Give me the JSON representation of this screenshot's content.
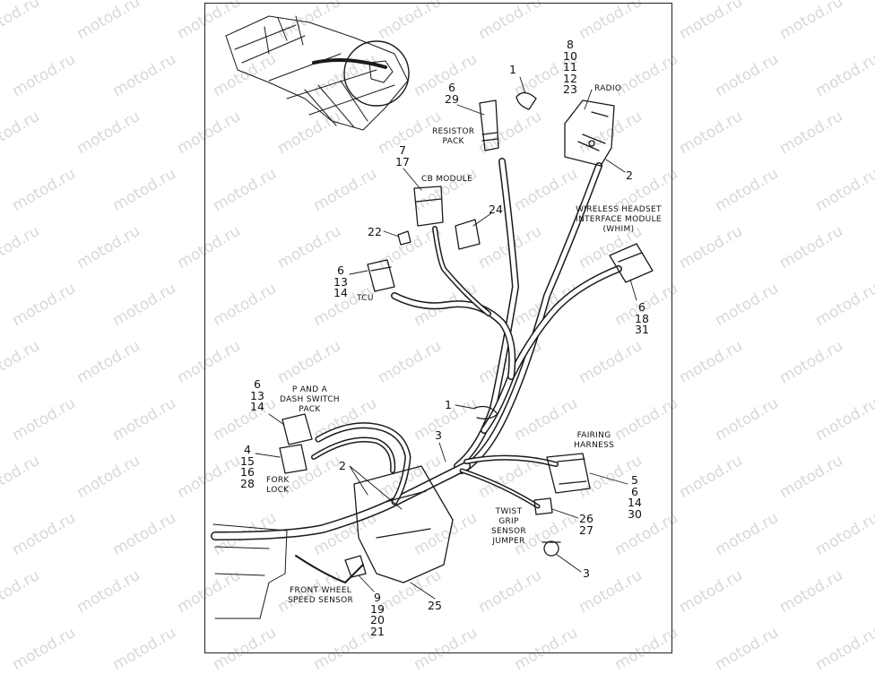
{
  "watermark": "motod.ru",
  "labels": {
    "radio": "RADIO",
    "resistor_pack": [
      "RESISTOR",
      "PACK"
    ],
    "cb_module": "CB MODULE",
    "whim": [
      "WIRELESS HEADSET",
      "INTERFACE MODULE",
      "(WHIM)"
    ],
    "tcu": "TCU",
    "p_and_a": [
      "P AND A",
      "DASH SWITCH",
      "PACK"
    ],
    "fork_lock": [
      "FORK",
      "LOCK"
    ],
    "fairing_harness": [
      "FAIRING",
      "HARNESS"
    ],
    "twist_grip": [
      "TWIST",
      "GRIP",
      "SENSOR",
      "JUMPER"
    ],
    "front_wheel": [
      "FRONT WHEEL",
      "SPEED SENSOR"
    ]
  },
  "callouts": {
    "c1_top": "1",
    "c6_29": [
      "6",
      "29"
    ],
    "c_radio": [
      "8",
      "10",
      "11",
      "12",
      "23"
    ],
    "c2_radio": "2",
    "c7_17": [
      "7",
      "17"
    ],
    "c24": "24",
    "c22": "22",
    "c_tcu": [
      "6",
      "13",
      "14"
    ],
    "c_whim": [
      "6",
      "18",
      "31"
    ],
    "c1_mid": "1",
    "c_pa": [
      "6",
      "13",
      "14"
    ],
    "c_fork": [
      "4",
      "15",
      "16",
      "28"
    ],
    "c3_mid": "3",
    "c2_low": "2",
    "c_fairing": [
      "5",
      "6",
      "14",
      "30"
    ],
    "c_twist": [
      "26",
      "27"
    ],
    "c3_low": "3",
    "c25": "25",
    "c_fws": [
      "9",
      "19",
      "20",
      "21"
    ]
  }
}
